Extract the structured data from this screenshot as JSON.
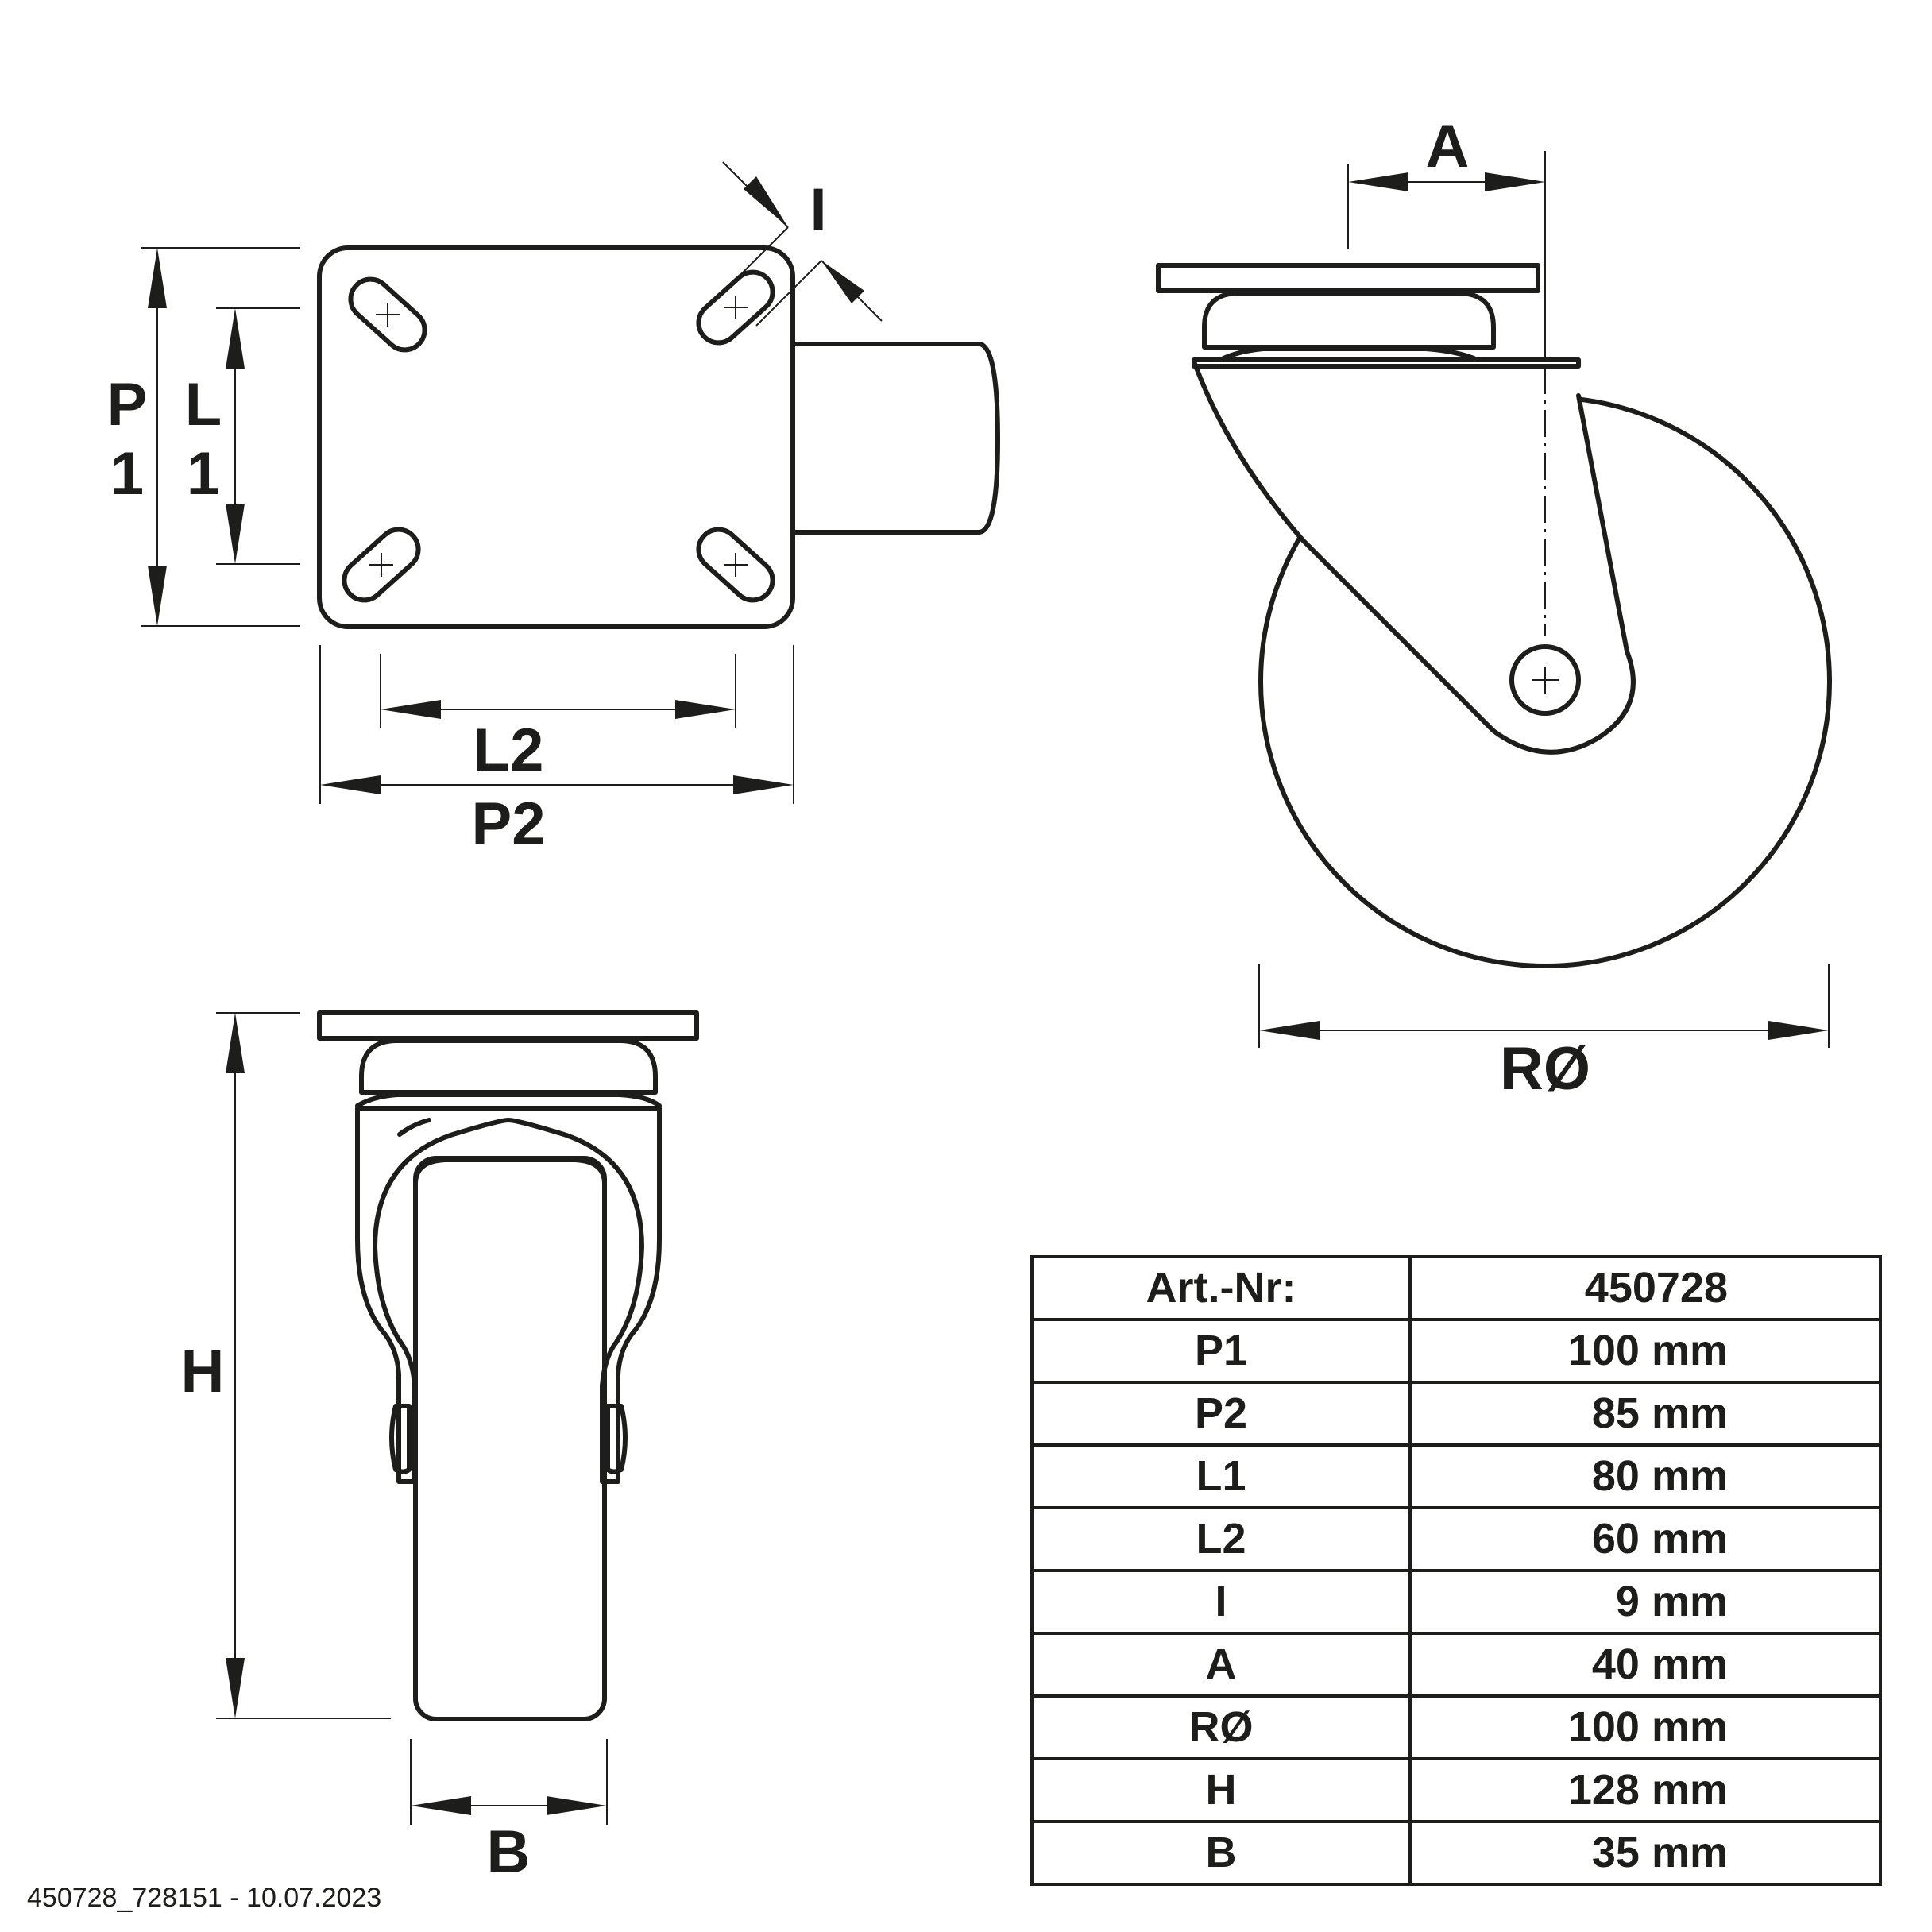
{
  "dimension_labels": {
    "P1_a": "P",
    "P1_b": "1",
    "L1_a": "L",
    "L1_b": "1",
    "I": "I",
    "L2": "L2",
    "P2": "P2",
    "A": "A",
    "R": "RØ",
    "H": "H",
    "B": "B"
  },
  "spec_table": {
    "header": {
      "label": "Art.-Nr:",
      "value": "450728"
    },
    "rows": [
      {
        "label": "P1",
        "value": "100 mm"
      },
      {
        "label": "P2",
        "value": "85 mm"
      },
      {
        "label": "L1",
        "value": "80 mm"
      },
      {
        "label": "L2",
        "value": "60 mm"
      },
      {
        "label": "I",
        "value": "9 mm"
      },
      {
        "label": "A",
        "value": "40 mm"
      },
      {
        "label": "RØ",
        "value": "100 mm"
      },
      {
        "label": "H",
        "value": "128 mm"
      },
      {
        "label": "B",
        "value": "35 mm"
      }
    ]
  },
  "footer": {
    "reference": "450728_728151 - 10.07.2023"
  }
}
